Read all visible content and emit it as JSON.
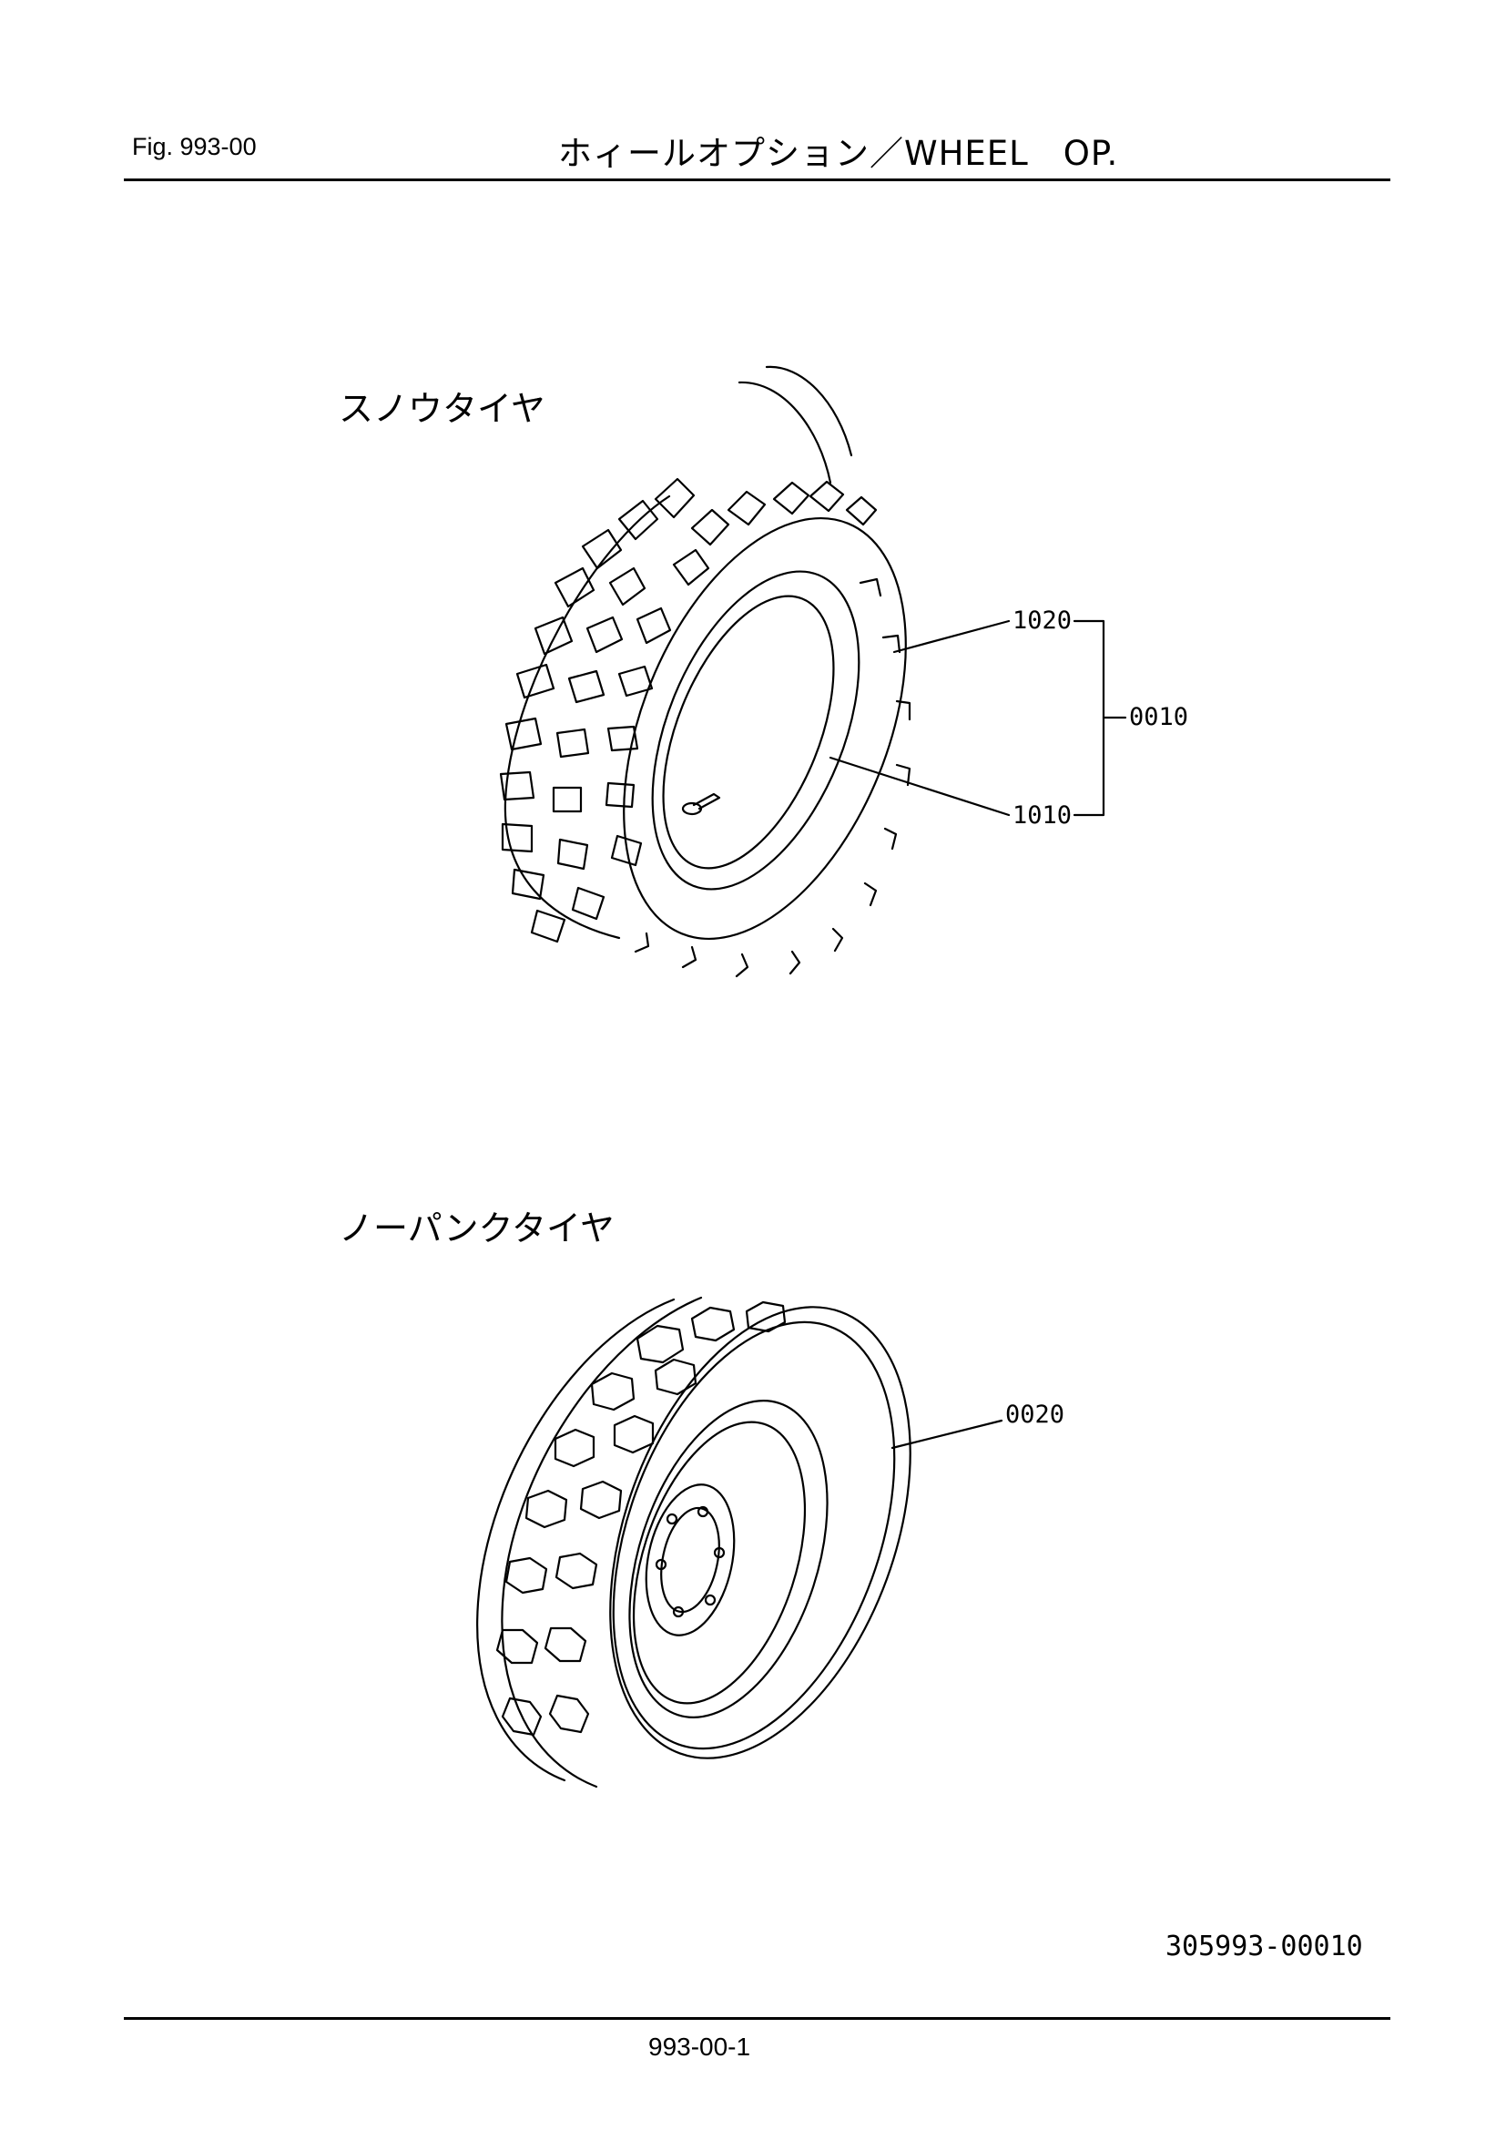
{
  "header": {
    "figure": "Fig.  993-00",
    "title": "ホィールオプション／WHEEL　OP."
  },
  "sections": [
    {
      "label": "スノウタイヤ",
      "callouts": {
        "tire": "1020",
        "assembly": "0010",
        "wheel": "1010"
      }
    },
    {
      "label": "ノーパンクタイヤ",
      "callouts": {
        "assembly": "0020"
      }
    }
  ],
  "footer": {
    "document_number": "305993-00010",
    "page_number": "993-00-1"
  }
}
